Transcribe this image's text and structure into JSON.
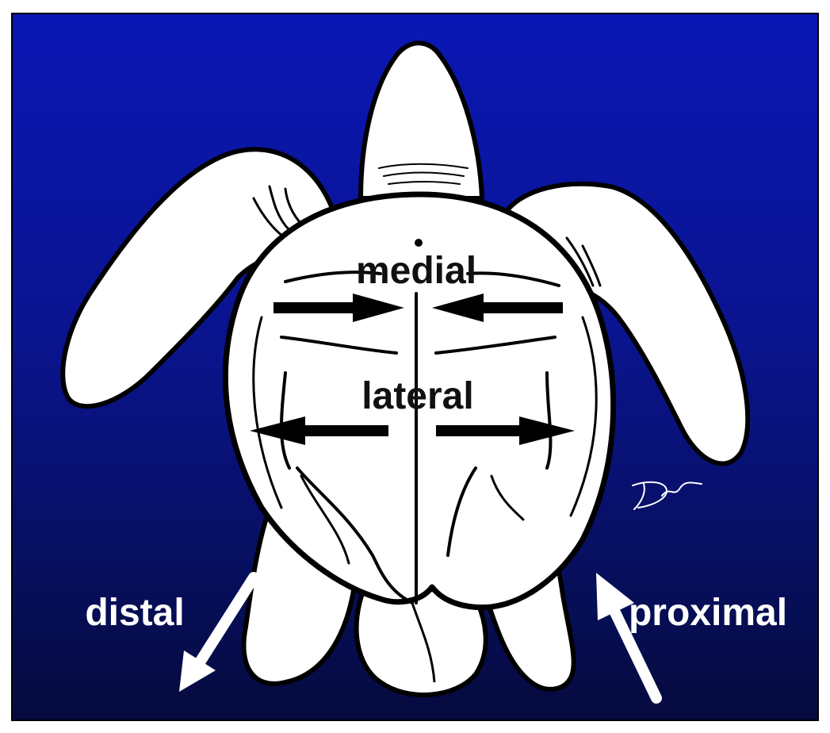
{
  "labels": {
    "medial": "medial",
    "lateral": "lateral",
    "distal": "distal",
    "proximal": "proximal"
  },
  "signature": "DW",
  "colors": {
    "background_top": "#0b17b5",
    "background_bottom": "#050a3d",
    "turtle_fill": "#ffffff",
    "outline": "#000000",
    "label_dark": "#111111",
    "label_light": "#ffffff"
  }
}
